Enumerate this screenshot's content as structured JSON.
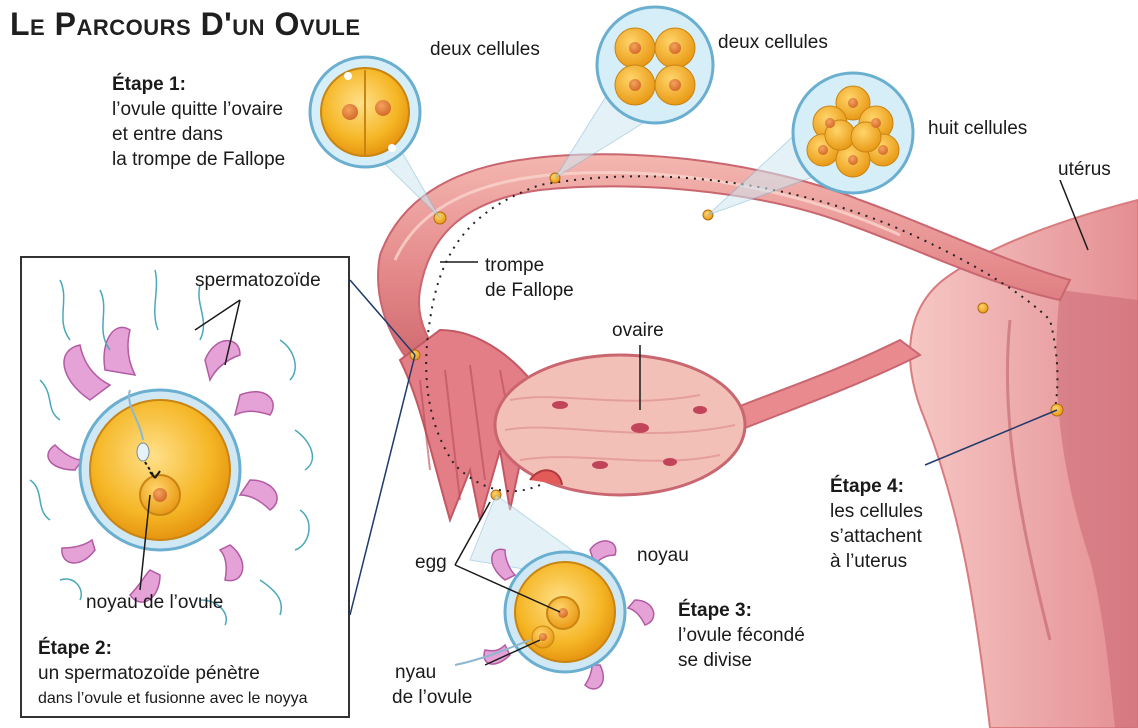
{
  "title": "Le Parcours D'un Ovule",
  "steps": {
    "s1": {
      "heading": "Étape 1:",
      "lines": [
        "l’ovule quitte l’ovaire",
        "et entre dans",
        "la trompe de Fallope"
      ]
    },
    "s2": {
      "heading": "Étape 2:",
      "lines": [
        "un spermatozoïde pénètre",
        "dans l’ovule et fusionne avec le noyya"
      ]
    },
    "s3": {
      "heading": "Étape 3:",
      "lines": [
        "l’ovule fécondé",
        "se divise"
      ]
    },
    "s4": {
      "heading": "Étape 4:",
      "lines": [
        "les cellules",
        "s’attachent",
        "à l’uterus"
      ]
    }
  },
  "labels": {
    "deux1": "deux cellules",
    "deux2": "deux cellules",
    "huit": "huit cellules",
    "uterus": "utérus",
    "trompe1": "trompe",
    "trompe2": "de Fallope",
    "ovaire": "ovaire",
    "sperm": "spermatozoïde",
    "noyau_ovule": "noyau de l’ovule",
    "egg": "egg",
    "noyau": "noyau",
    "nyau1": "nyau",
    "nyau2": "de l’ovule"
  },
  "colors": {
    "tissue": "#e98a8e",
    "tissue_light": "#f6c6c0",
    "egg_yolk": "#f5b625",
    "membrane": "#9fd2ea",
    "corona": "#d67bc2"
  }
}
